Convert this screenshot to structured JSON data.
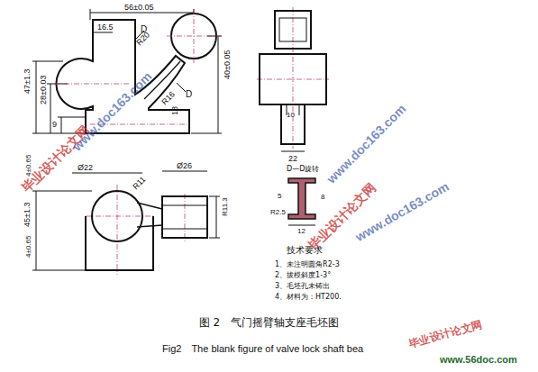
{
  "diagram": {
    "caption": "图 2　气门摇臂轴支座毛坯图",
    "labels": [
      "56±0.05",
      "16.5",
      "R20",
      "D",
      "D",
      "47±1.3",
      "28±0.03",
      "9",
      "R16",
      "18",
      "40±0.05",
      "10",
      "22",
      "4±0.65",
      "Ø22",
      "R11",
      "Ø26",
      "45±1.3",
      "R11.3",
      "4±0.65",
      "D—D旋转",
      "5",
      "8",
      "R2.5",
      "12",
      "技术要求",
      "1、未注明圆角R2-3",
      "2、拔模斜度1-3°",
      "3、毛坯孔未铸出",
      "4、材料为：HT200.",
      "毕业设计论文网",
      "www.doc163.com",
      "www.doc163.com",
      "毕业设计论文网",
      "www.doc163.com",
      "Fig2　The blank figure of valve lock shaft bea",
      "毕业设计论文网",
      "www.56doc.com"
    ]
  }
}
